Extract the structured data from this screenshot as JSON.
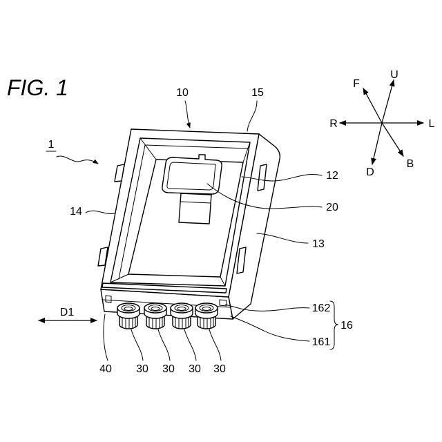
{
  "figure_label": "FIG. 1",
  "numerals": {
    "n1": "1",
    "n10": "10",
    "n12": "12",
    "n13": "13",
    "n14": "14",
    "n15": "15",
    "n16": "16",
    "n20": "20",
    "n40": "40",
    "n161": "161",
    "n162": "162",
    "n30": [
      "30",
      "30",
      "30",
      "30"
    ]
  },
  "direction_d1": "D1",
  "compass": {
    "U": "U",
    "F": "F",
    "R": "R",
    "L": "L",
    "D": "D",
    "B": "B"
  }
}
